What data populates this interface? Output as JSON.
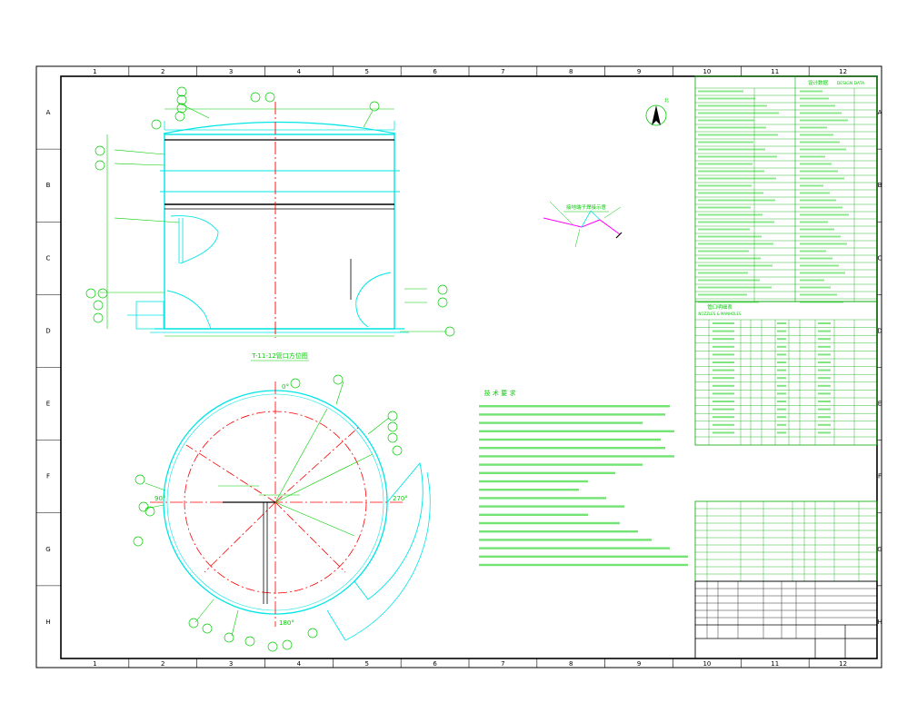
{
  "sheet": {
    "col_labels": [
      "1",
      "2",
      "3",
      "4",
      "5",
      "6",
      "7",
      "8",
      "9",
      "10",
      "11",
      "12"
    ],
    "row_labels": [
      "A",
      "B",
      "C",
      "D",
      "E",
      "F",
      "G",
      "H"
    ]
  },
  "colors": {
    "frame": "#000000",
    "tank": "#00e5e5",
    "annotation": "#00cc00",
    "centerline": "#ff0000",
    "magenta": "#ff00ff",
    "table": "#00aa00"
  },
  "plan_view": {
    "title": "T-11-12管口方位图",
    "angle_0": "0°",
    "angle_90": "90°",
    "angle_180": "180°",
    "angle_270": "270°"
  },
  "nozzle_detail": {
    "title": "接地端子焊接示意"
  },
  "north_arrow": {
    "label": "北"
  },
  "notes": {
    "title": "技 术 要 求"
  },
  "design_data": {
    "title_cn": "设计数据",
    "title_en": "DESIGN DATA"
  },
  "nozzle_table": {
    "title_cn": "管口明细表",
    "title_en": "NOZZLES & MANHOLES"
  },
  "icons": {
    "north": "north-arrow-icon"
  }
}
